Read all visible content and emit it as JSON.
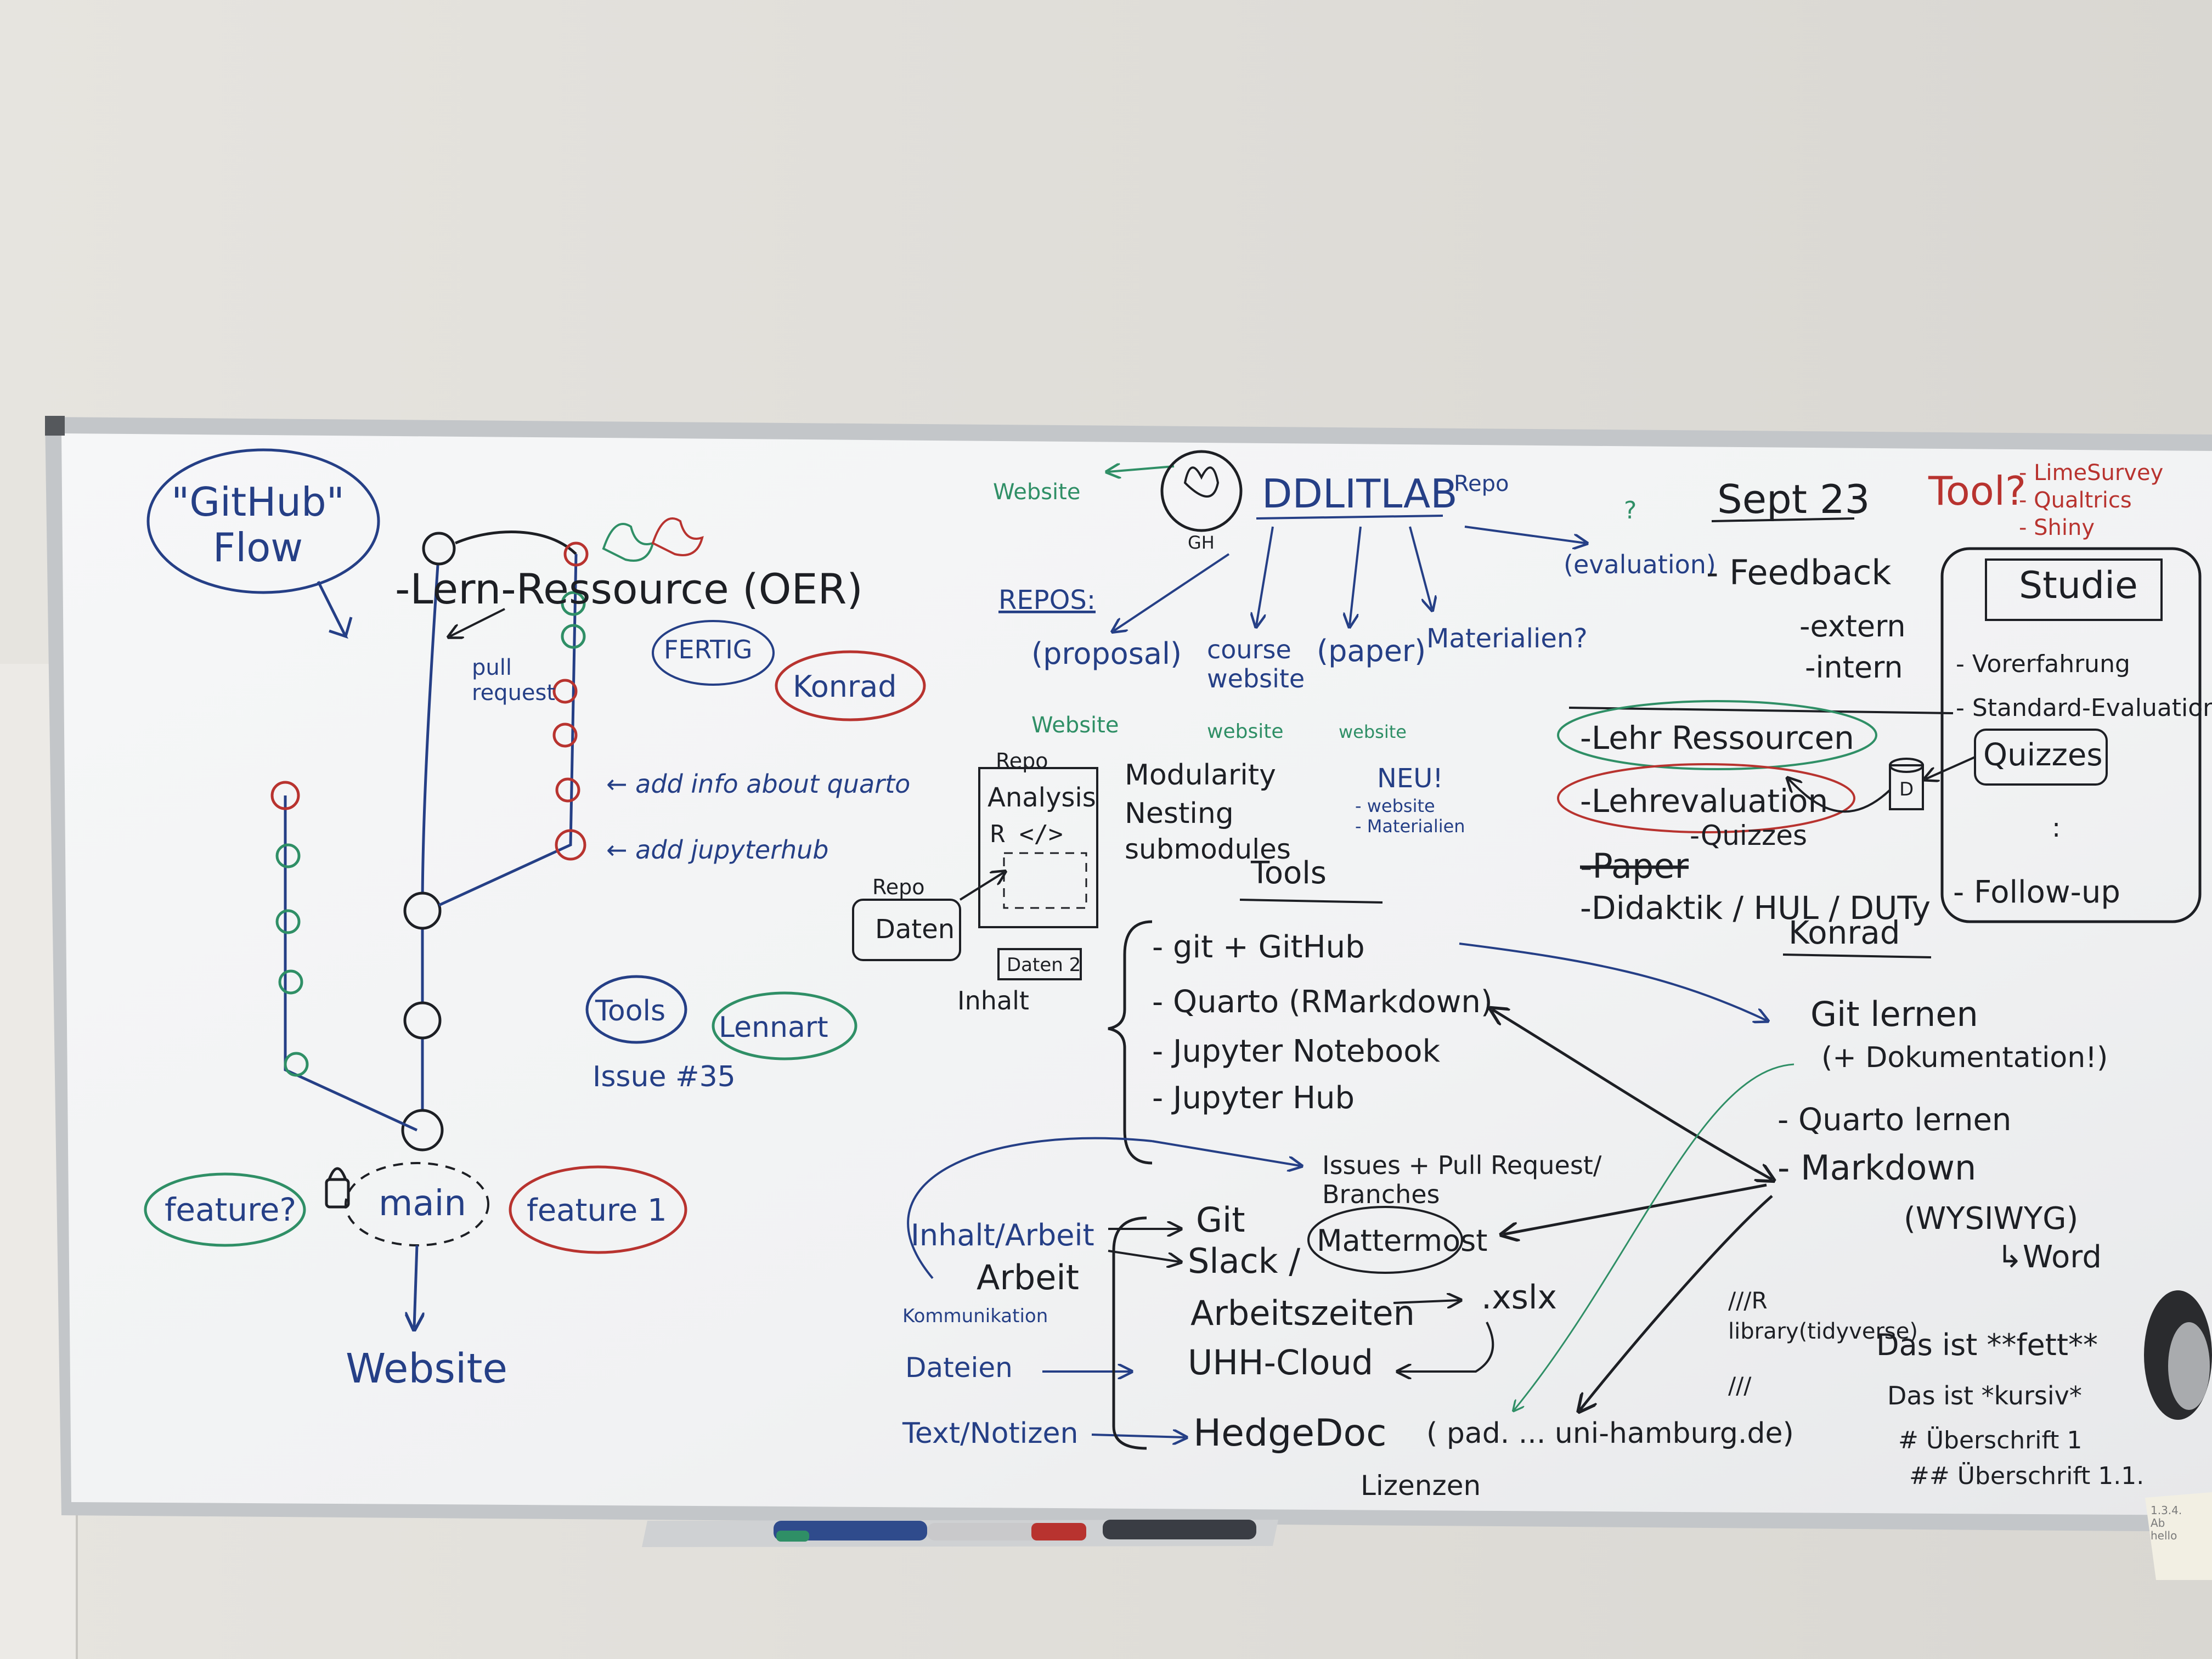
{
  "colors": {
    "wall": "#dedcd7",
    "board": "#f4f5f6",
    "frame": "#b9bcbf",
    "ink_black": "#1d1f24",
    "ink_blue": "#253f86",
    "ink_green": "#2f8f66",
    "ink_red": "#b8332f"
  },
  "github_flow": {
    "title": "\"GitHub\"\nFlow",
    "lern_ressource": "-Lern-Ressource (OER)",
    "pull_request": "pull\nrequest",
    "fertig": "FERTIG",
    "konrad": "Konrad",
    "add_info": "← add info about quarto",
    "add_jupyterhub": "← add jupyterhub",
    "feature_left": "feature?",
    "main": "main",
    "feature_right": "feature 1",
    "website": "Website",
    "tools": "Tools",
    "lennart": "Lennart",
    "issue": "Issue #35"
  },
  "repo_map": {
    "website": "Website",
    "gh": "GH",
    "ddlitlab": "DDLITLAB",
    "repo": "Repo",
    "repos": "REPOS:",
    "proposal": "(proposal)",
    "course_website": "course\nwebsite",
    "paper": "(paper)",
    "materialien": "Materialien?",
    "website_a": "Website",
    "website_b": "website",
    "website_c": "website",
    "neu": "NEU!",
    "neu_items": "- website\n- Materialien",
    "repo_small": "Repo",
    "analysis": "Analysis",
    "r_code": "R </>",
    "repo_daten": "Repo",
    "daten": "Daten",
    "daten2": "Daten 2",
    "inhalt": "Inhalt",
    "modularity": "Modularity",
    "nesting": "Nesting",
    "submodules": "submodules"
  },
  "tools_list": {
    "heading": "Tools",
    "items": [
      "- git + GitHub",
      "- Quarto (RMarkdown)",
      "- Jupyter Notebook",
      "- Jupyter Hub"
    ],
    "issues": "Issues + Pull Request/\nBranches"
  },
  "communication": {
    "inhalt_arbeit": "Inhalt/Arbeit",
    "arbeit": "Arbeit",
    "kommunikation": "Kommunikation",
    "dateien": "Dateien",
    "text_notizen": "Text/Notizen",
    "git": "Git",
    "slack": "Slack /",
    "mattermost": "Mattermost",
    "arbeitszeiten": "Arbeitszeiten",
    "xslx": ".xslx",
    "uhh_cloud": "UHH-Cloud",
    "hedgedoc": "HedgeDoc",
    "pad": "( pad. ... uni-hamburg.de)",
    "lizenzen": "Lizenzen"
  },
  "evaluation": {
    "sept": "Sept 23",
    "tool_q": "Tool?",
    "tool_options": [
      "- LimeSurvey",
      "- Qualtrics",
      "- Shiny"
    ],
    "q_mark": "?",
    "evaluation": "(evaluation)",
    "feedback": "- Feedback",
    "extern": "-extern",
    "intern": "-intern",
    "studie": "Studie",
    "studie_items": [
      "- Vorerfahrung",
      "- Standard-Evaluation"
    ],
    "quizzes": "Quizzes",
    "dots": ":",
    "follow_up": "- Follow-up",
    "lehr_ressourcen": "-Lehr Ressourcen",
    "lehrevaluation": "-Lehrevaluation",
    "quizzes_small": "-Quizzes",
    "paper": "-Paper",
    "didaktik": "-Didaktik / HUL / DUTy",
    "konrad": "Konrad",
    "db": "D"
  },
  "learning": {
    "git_lernen": "Git lernen",
    "dokumentation": "(+ Dokumentation!)",
    "quarto_lernen": "- Quarto lernen",
    "markdown": "- Markdown",
    "wysiwyg": "(WYSIWYG)",
    "word": "↳Word",
    "r_comment": "///R",
    "library": "library(tidyverse)",
    "triple_slash": "///",
    "fett": "Das ist **fett**",
    "kursiv": "Das ist *kursiv*",
    "h1": "# Überschrift 1",
    "h2": "## Überschrift 1.1."
  },
  "sticky_note": "1.3.4.\nAb\nhello"
}
